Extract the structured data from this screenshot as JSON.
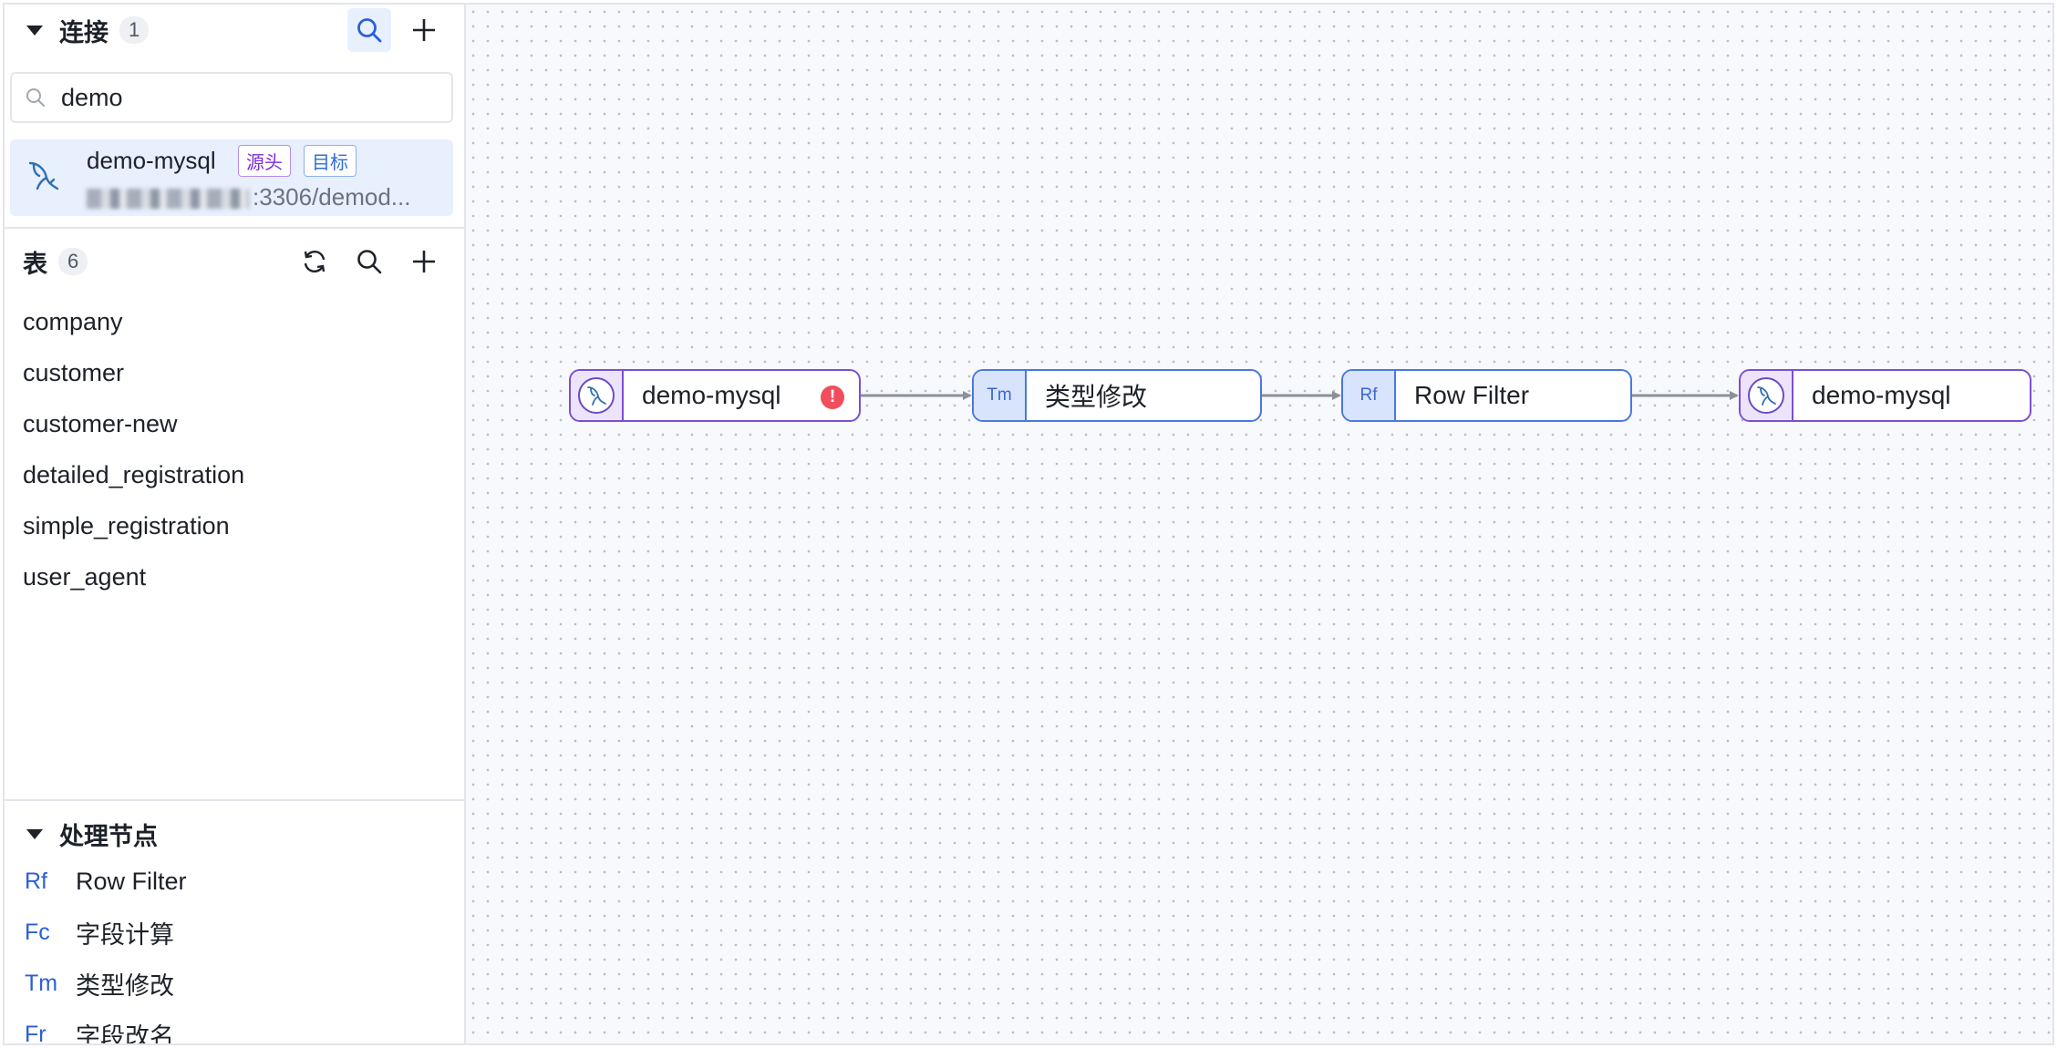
{
  "sidebar": {
    "connections": {
      "title": "连接",
      "count": "1",
      "search": {
        "value": "demo",
        "placeholder": ""
      },
      "items": [
        {
          "name": "demo-mysql",
          "tags": [
            "源头",
            "目标"
          ],
          "address_suffix": ":3306/demod..."
        }
      ]
    },
    "tables": {
      "title": "表",
      "count": "6",
      "items": [
        "company",
        "customer",
        "customer-new",
        "detailed_registration",
        "simple_registration",
        "user_agent"
      ]
    },
    "processors": {
      "title": "处理节点",
      "items": [
        {
          "abbr": "Rf",
          "label": "Row Filter"
        },
        {
          "abbr": "Fc",
          "label": "字段计算"
        },
        {
          "abbr": "Tm",
          "label": "类型修改"
        },
        {
          "abbr": "Fr",
          "label": "字段改名"
        }
      ]
    }
  },
  "canvas": {
    "nodes": [
      {
        "type": "database",
        "label": "demo-mysql",
        "icon": "mysql-dolphin-icon",
        "error": "!"
      },
      {
        "type": "processor",
        "abbr": "Tm",
        "label": "类型修改"
      },
      {
        "type": "processor",
        "abbr": "Rf",
        "label": "Row Filter"
      },
      {
        "type": "database",
        "label": "demo-mysql",
        "icon": "mysql-dolphin-icon"
      }
    ]
  },
  "colors": {
    "accent": "#2b5fd9",
    "db_border": "#7b4fd6",
    "proc_border": "#4a78e0",
    "selected_bg": "#e8effd",
    "error": "#f14d5d",
    "edge": "#8c9099"
  }
}
